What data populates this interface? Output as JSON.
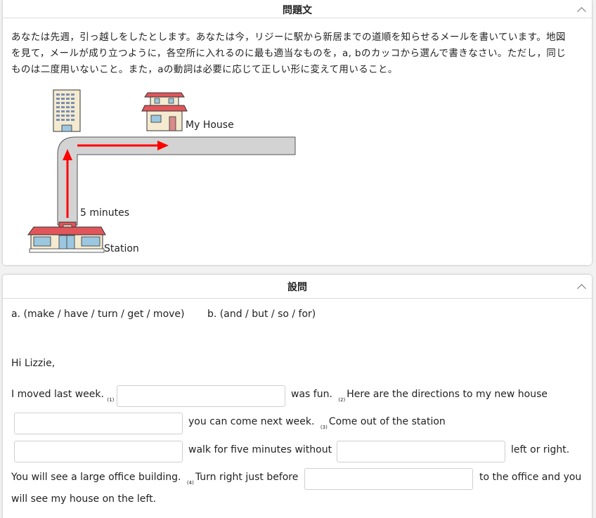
{
  "sections": {
    "problem_title": "問題文",
    "question_title": "設問"
  },
  "problem": {
    "text": "あなたは先週，引っ越しをしたとします。あなたは今，リジーに駅から新居までの道順を知らせるメールを書いています。地図を見て，メールが成り立つように，各空所に入れるのに最も適当なものを，a, bのカッコから選んで書きなさい。ただし，同じものは二度用いないこと。また，aの動詞は必要に応じて正しい形に変えて用いること。"
  },
  "map": {
    "my_house": "My House",
    "minutes": "5 minutes",
    "station": "Station"
  },
  "question": {
    "choices_a": "a. (make / have / turn / get / move)",
    "choices_b": "b. (and / but / so / for)",
    "greeting": "Hi Lizzie,",
    "l1a": "I moved last week.",
    "m1": "(1)",
    "l1b": "was fun.",
    "m2": "(2)",
    "l1c": "Here are the directions to my new house",
    "l2a": "you can come next week.",
    "m3": "(3)",
    "l2b": "Come out of the station",
    "l3a": "walk for five minutes without",
    "l3b": "left or right.",
    "l4a": "You will see a large office building.",
    "m4": "(4)",
    "l4b": "Turn right just before",
    "l4c": "to the office and you",
    "l5": "will see my house on the left."
  },
  "colors": {
    "arrow": "#ff0000",
    "road": "#d3d3d3",
    "roof": "#e0565b"
  }
}
